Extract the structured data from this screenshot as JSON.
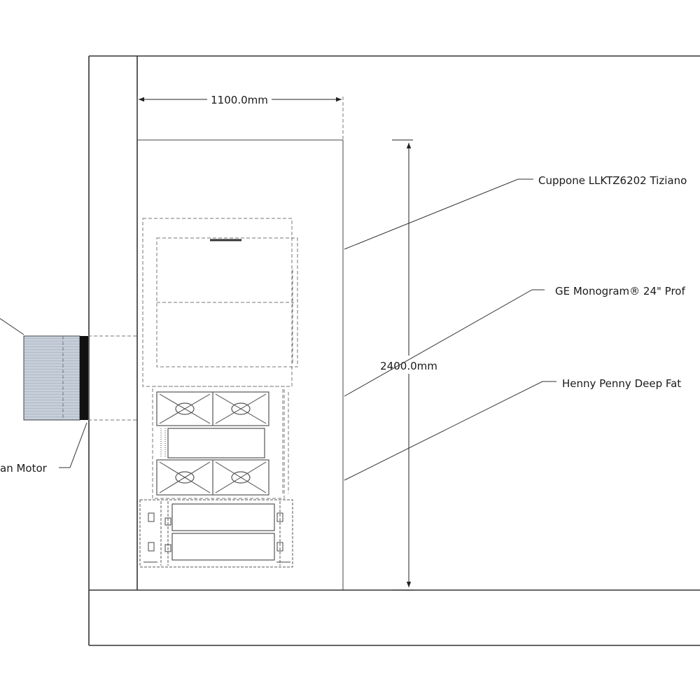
{
  "dimensions": {
    "width_label": "1100.0mm",
    "height_label": "2400.0mm"
  },
  "labels": {
    "fan_motor": "an Motor",
    "coffee_machine": "Cuppone LLKTZ6202 Tiziano",
    "fridge": "GE Monogram® 24\" Prof",
    "fryer": "Henny Penny Deep Fat"
  }
}
